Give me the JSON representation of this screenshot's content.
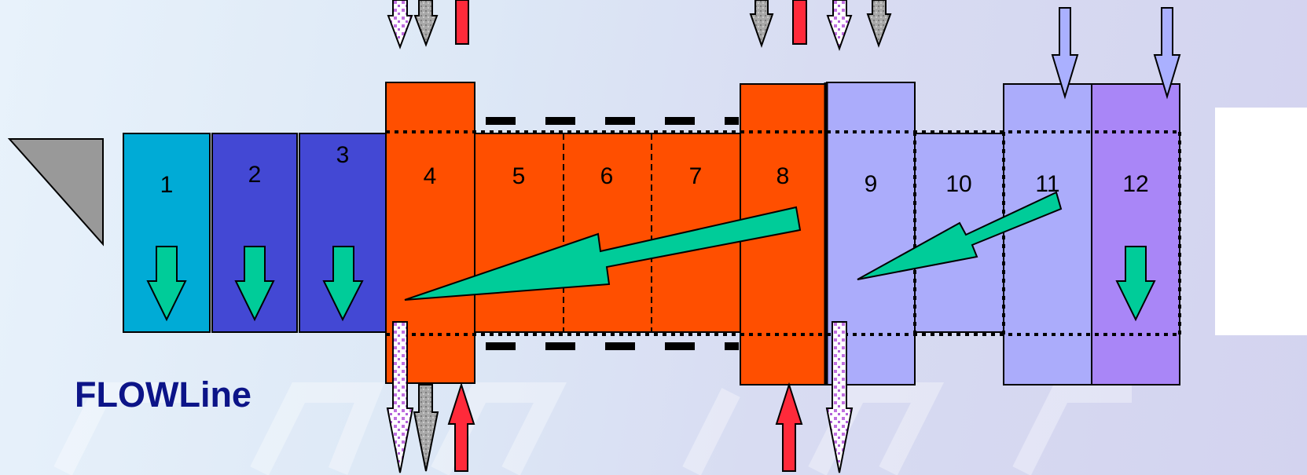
{
  "diagram": {
    "title": "FLOWLine",
    "segments": [
      {
        "label": "1",
        "color": "#00abd6"
      },
      {
        "label": "2",
        "color": "#4348d4"
      },
      {
        "label": "3",
        "color": "#4348d4"
      },
      {
        "label": "4",
        "color": "#ff4f00"
      },
      {
        "label": "5",
        "color": "#ff4f00"
      },
      {
        "label": "6",
        "color": "#ff4f00"
      },
      {
        "label": "7",
        "color": "#ff4f00"
      },
      {
        "label": "8",
        "color": "#ff4f00"
      },
      {
        "label": "9",
        "color": "#abacfb"
      },
      {
        "label": "10",
        "color": "#abacfb"
      },
      {
        "label": "11",
        "color": "#abacfb"
      },
      {
        "label": "12",
        "color": "#a986f7"
      }
    ],
    "colors": {
      "feed_triangle": "#999999",
      "recycle_arrow": "#00cc99",
      "heat_arrow": "#ff2a3a",
      "gray_arrow": "#9a9a9a",
      "speckled_arrow": "#d9b8e8",
      "lavender_arrow": "#aab0ff"
    }
  }
}
